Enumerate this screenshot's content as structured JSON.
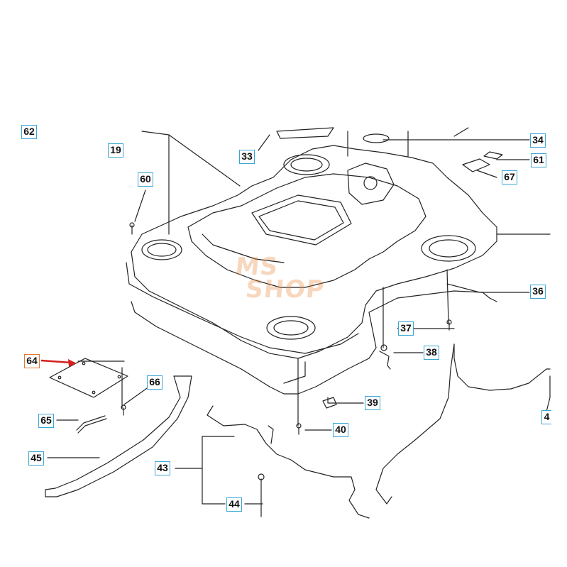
{
  "diagram": {
    "callouts": [
      {
        "id": "62",
        "label": "62"
      },
      {
        "id": "19",
        "label": "19"
      },
      {
        "id": "33",
        "label": "33"
      },
      {
        "id": "34",
        "label": "34"
      },
      {
        "id": "61",
        "label": "61"
      },
      {
        "id": "67",
        "label": "67"
      },
      {
        "id": "60",
        "label": "60"
      },
      {
        "id": "36",
        "label": "36"
      },
      {
        "id": "37",
        "label": "37"
      },
      {
        "id": "38",
        "label": "38"
      },
      {
        "id": "64",
        "label": "64"
      },
      {
        "id": "66",
        "label": "66"
      },
      {
        "id": "39",
        "label": "39"
      },
      {
        "id": "65",
        "label": "65"
      },
      {
        "id": "40",
        "label": "40"
      },
      {
        "id": "45",
        "label": "45"
      },
      {
        "id": "43",
        "label": "43"
      },
      {
        "id": "44",
        "label": "44"
      },
      {
        "id": "4x",
        "label": "4"
      }
    ],
    "watermark": {
      "line1": "MS",
      "line2": "SHOP"
    },
    "colors": {
      "callout_border": "#3aa6d6",
      "highlight_border": "#e07a3a",
      "arrow": "#d42020",
      "line": "#222222"
    }
  }
}
